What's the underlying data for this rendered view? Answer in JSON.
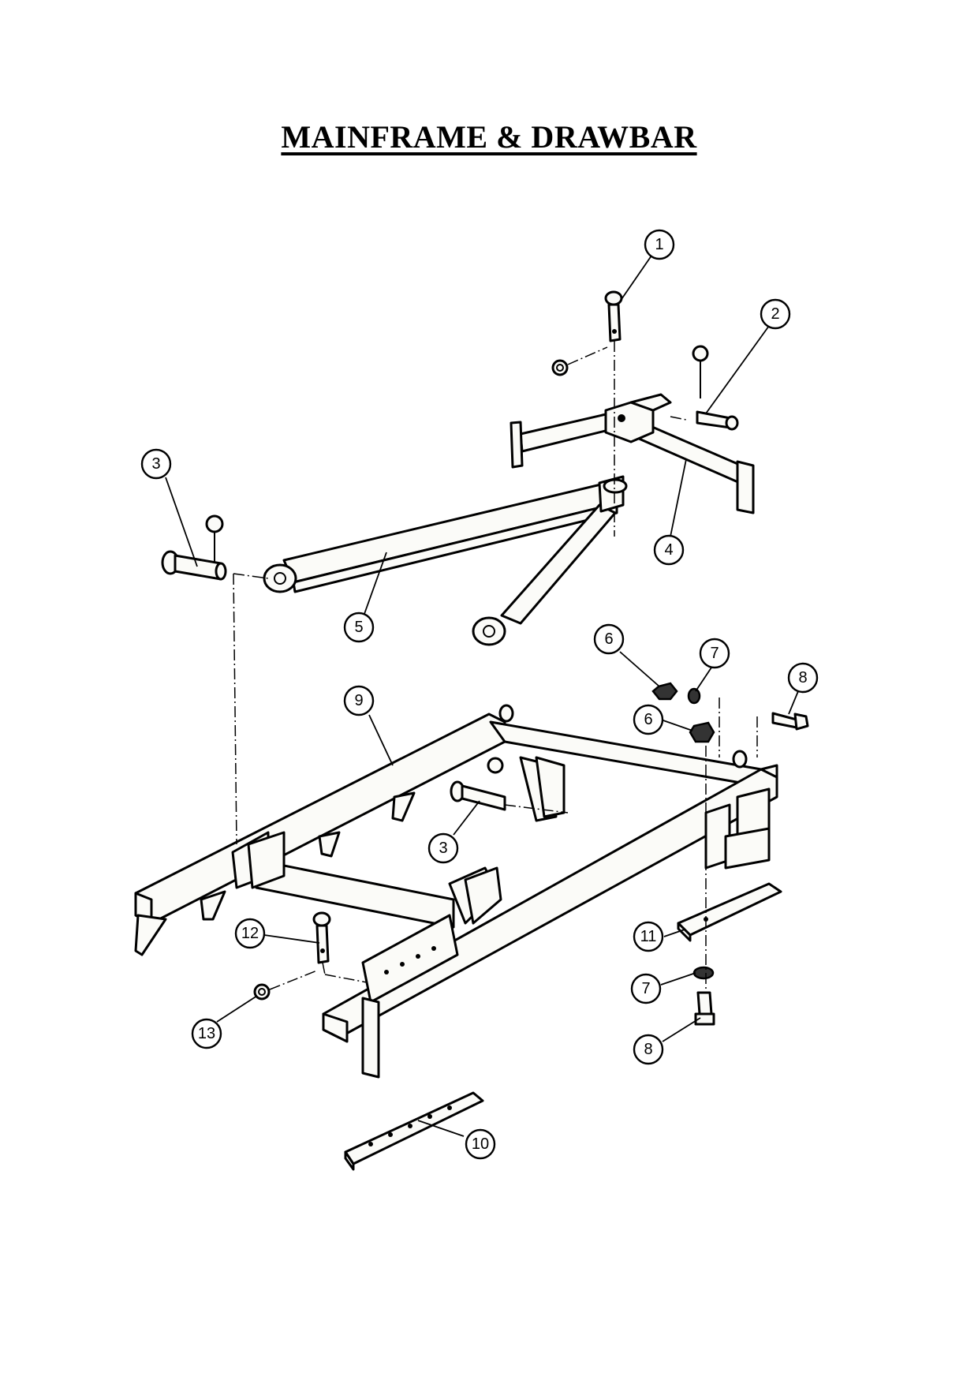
{
  "title": "MAINFRAME & DRAWBAR",
  "callouts": [
    {
      "id": "c1",
      "label": "1"
    },
    {
      "id": "c2",
      "label": "2"
    },
    {
      "id": "c3a",
      "label": "3"
    },
    {
      "id": "c4",
      "label": "4"
    },
    {
      "id": "c5",
      "label": "5"
    },
    {
      "id": "c6a",
      "label": "6"
    },
    {
      "id": "c7a",
      "label": "7"
    },
    {
      "id": "c8a",
      "label": "8"
    },
    {
      "id": "c6b",
      "label": "6"
    },
    {
      "id": "c9",
      "label": "9"
    },
    {
      "id": "c3b",
      "label": "3"
    },
    {
      "id": "c11",
      "label": "11"
    },
    {
      "id": "c12",
      "label": "12"
    },
    {
      "id": "c7b",
      "label": "7"
    },
    {
      "id": "c13",
      "label": "13"
    },
    {
      "id": "c8b",
      "label": "8"
    },
    {
      "id": "c10",
      "label": "10"
    }
  ]
}
